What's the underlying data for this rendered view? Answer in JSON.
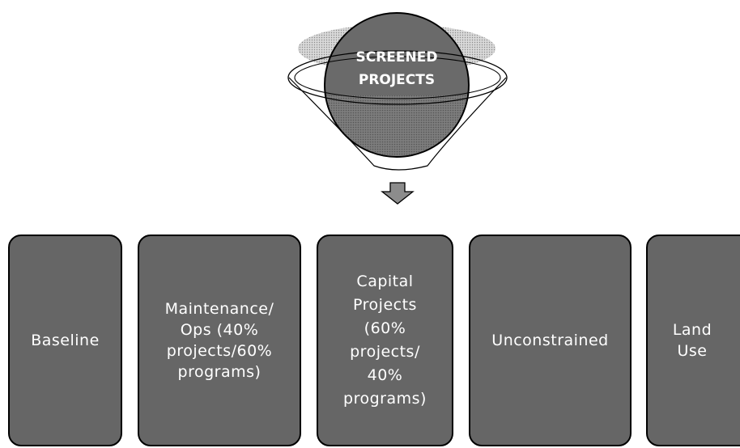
{
  "funnel": {
    "label_line1": "SCREENED",
    "label_line2": "PROJECTS"
  },
  "categories": [
    {
      "id": "baseline",
      "label": "Baseline"
    },
    {
      "id": "maintenance",
      "label": "Maintenance/\nOps (40%\nprojects/60%\nprograms)"
    },
    {
      "id": "capital",
      "label": "Capital\nProjects\n(60%\nprojects/\n40%\nprograms)"
    },
    {
      "id": "unconstrained",
      "label": "Unconstrained"
    },
    {
      "id": "land-use",
      "label": "Land\nUse"
    }
  ],
  "colors": {
    "box_fill": "#666666",
    "sphere_fill": "#6a6a6a",
    "dotted_fill": "#b8b8b8",
    "outline": "#000000",
    "text": "#ffffff"
  }
}
